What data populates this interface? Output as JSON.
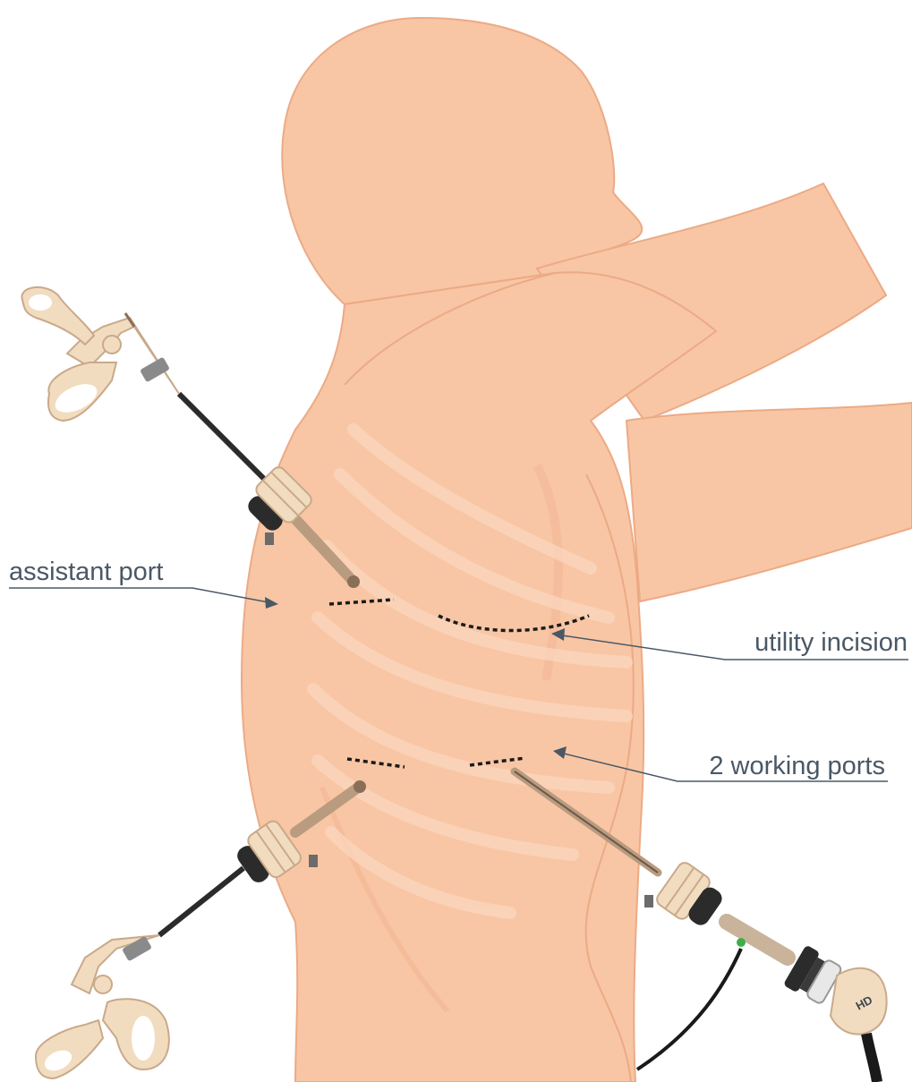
{
  "labels": {
    "assistant_port": "assistant port",
    "utility_incision": "utility incision",
    "working_ports": "2 working ports"
  },
  "badge": "HD",
  "colors": {
    "skin": "#f8c6a4",
    "skin_outline": "#ecaa85",
    "rib": "#fbd7bf",
    "instrument_beige": "#f2dcbf",
    "instrument_dark": "#2b2b2b",
    "leader_line": "#4a5866",
    "incision": "#1a1a1a"
  }
}
